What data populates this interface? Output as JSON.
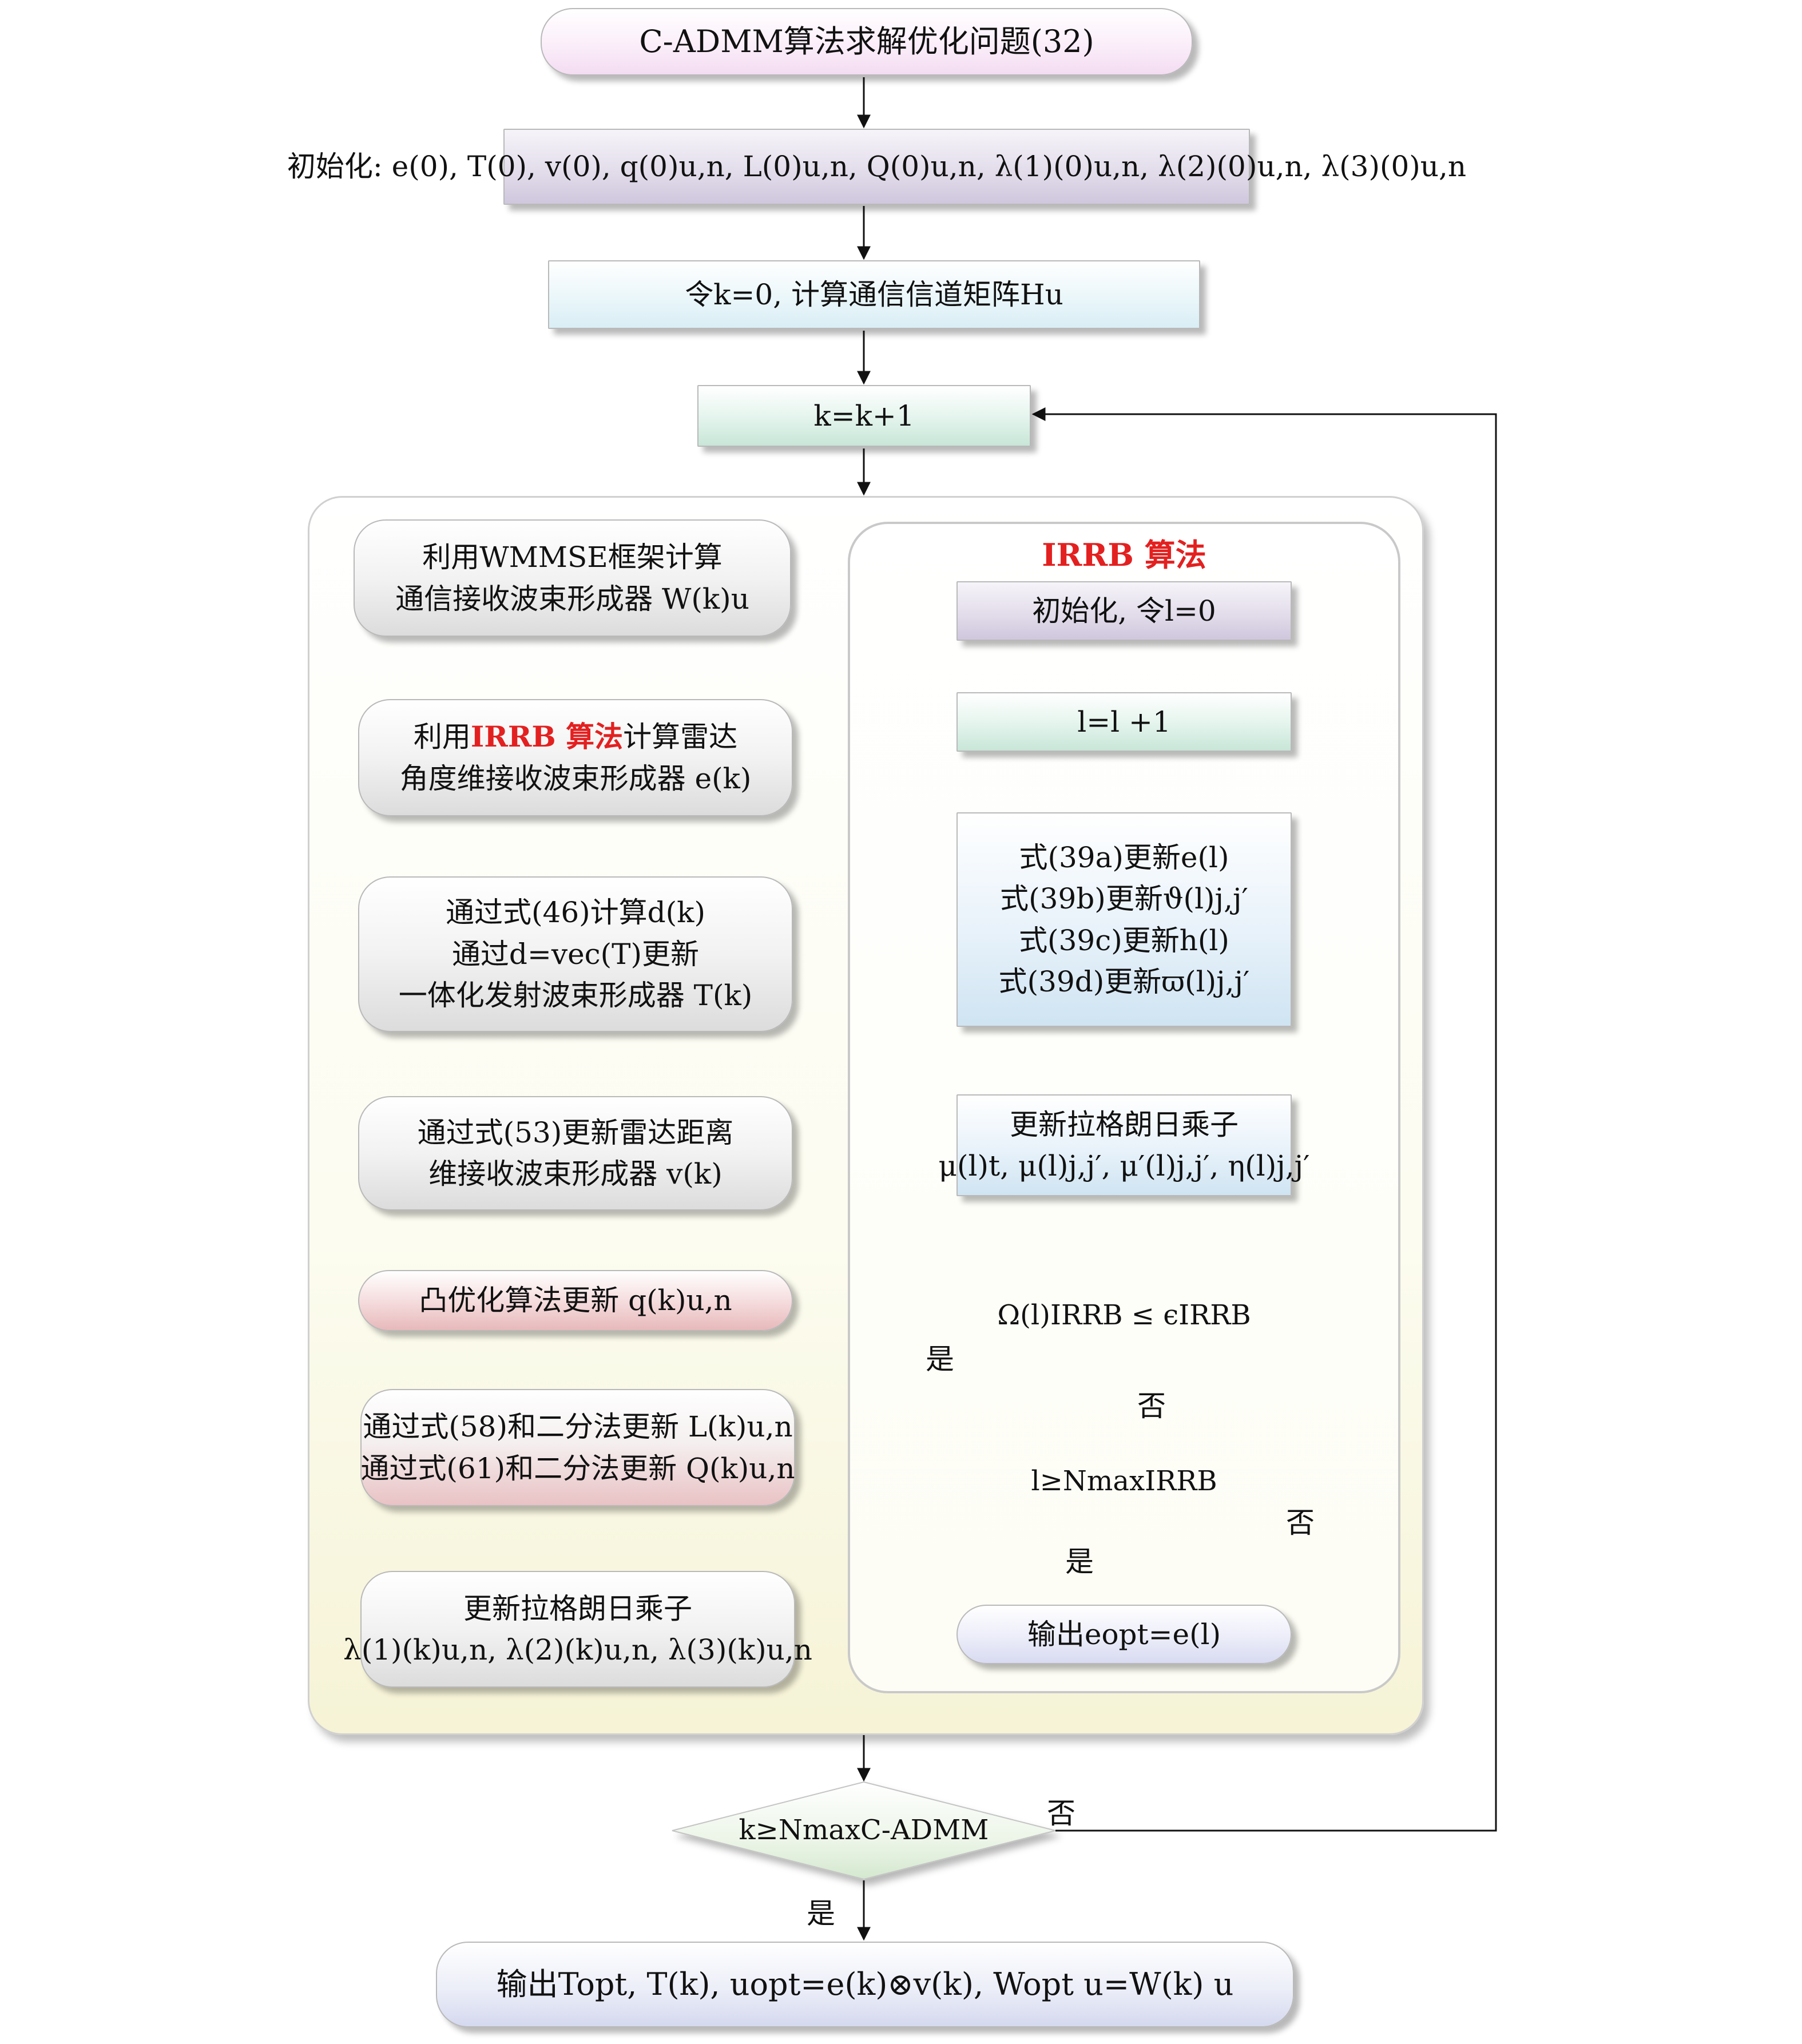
{
  "nodes": {
    "start": "C-ADMM算法求解优化问题(32)",
    "init": "初始化: e(0), T(0), v(0), q(0)u,n, L(0)u,n, Q(0)u,n, λ(1)(0)u,n, λ(2)(0)u,n, λ(3)(0)u,n",
    "set_k": "令k=0, 计算通信信道矩阵Hu",
    "k_inc": "k=k+1",
    "final_output": "输出Topt, T(k), uopt=e(k)⊗v(k), Wopt u=W(k) u"
  },
  "left_steps": [
    {
      "lines": [
        "利用WMMSE框架计算",
        "通信接收波束形成器 W(k)u"
      ]
    },
    {
      "pre": "利用",
      "highlight": "IRRB 算法",
      "post": "计算雷达",
      "line2": "角度维接收波束形成器 e(k)"
    },
    {
      "lines": [
        "通过式(46)计算d(k)",
        "通过d=vec(T)更新",
        "一体化发射波束形成器 T(k)"
      ]
    },
    {
      "lines": [
        "通过式(53)更新雷达距离",
        "维接收波束形成器 v(k)"
      ]
    },
    {
      "lines": [
        "凸优化算法更新 q(k)u,n"
      ]
    },
    {
      "lines": [
        "通过式(58)和二分法更新 L(k)u,n",
        "通过式(61)和二分法更新 Q(k)u,n"
      ]
    },
    {
      "lines": [
        "更新拉格朗日乘子",
        "λ(1)(k)u,n, λ(2)(k)u,n, λ(3)(k)u,n"
      ]
    }
  ],
  "irrb": {
    "title": "IRRB 算法",
    "init": "初始化, 令l=0",
    "l_inc": "l=l +1",
    "updates": [
      "式(39a)更新e(l)",
      "式(39b)更新ϑ(l)j,j′",
      "式(39c)更新h(l)",
      "式(39d)更新ϖ(l)j,j′"
    ],
    "lagrange": [
      "更新拉格朗日乘子",
      "μ(l)t, μ(l)j,j′, μ′(l)j,j′, η(l)j,j′"
    ],
    "cond1": "Ω(l)IRRB ≤ ϵIRRB",
    "cond2": "l≥NmaxIRRB",
    "output": "输出eopt=e(l)"
  },
  "main_cond": "k≥NmaxC-ADMM",
  "labels": {
    "yes": "是",
    "no": "否"
  }
}
